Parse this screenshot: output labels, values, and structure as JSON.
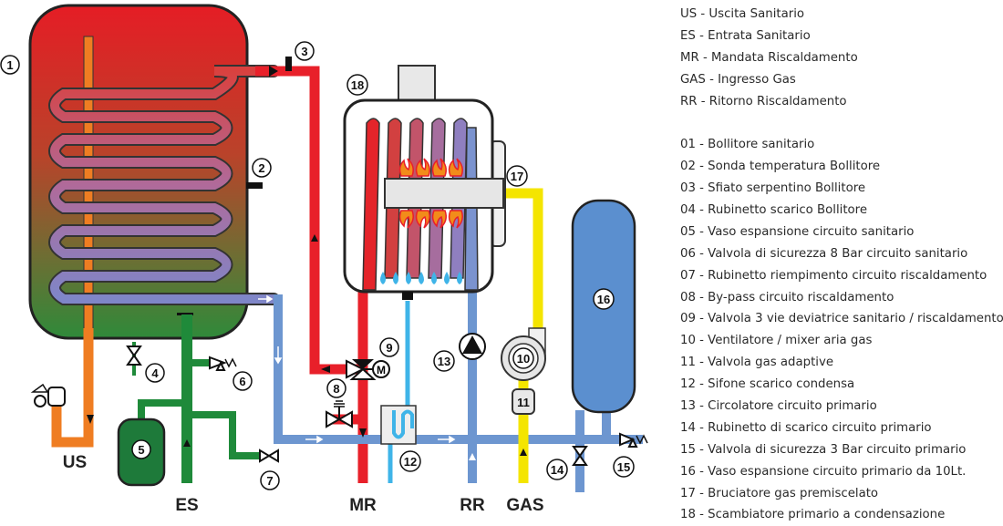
{
  "callouts": [
    "1",
    "2",
    "3",
    "4",
    "5",
    "6",
    "7",
    "8",
    "9",
    "10",
    "11",
    "12",
    "13",
    "14",
    "15",
    "16",
    "17",
    "18"
  ],
  "pipe_labels": {
    "us": "US",
    "es": "ES",
    "mr": "MR",
    "rr": "RR",
    "gas": "GAS"
  },
  "pump_symbol": "M",
  "legend": {
    "connections": [
      "US - Uscita Sanitario",
      "ES - Entrata Sanitario",
      "MR - Mandata Riscaldamento",
      "GAS - Ingresso Gas",
      "RR - Ritorno Riscaldamento"
    ],
    "components": [
      "01 - Bollitore sanitario",
      "02 - Sonda temperatura Bollitore",
      "03 - Sfiato serpentino Bollitore",
      "04 - Rubinetto scarico Bollitore",
      "05 - Vaso espansione circuito sanitario",
      "06 - Valvola di sicurezza 8 Bar circuito sanitario",
      "07 - Rubinetto riempimento circuito riscaldamento",
      "08 - By-pass circuito riscaldamento",
      "09 - Valvola 3 vie deviatrice sanitario / riscaldamento",
      "10 - Ventilatore / mixer aria gas",
      "11 - Valvola gas adaptive",
      "12 - Sifone scarico condensa",
      "13 - Circolatore circuito primario",
      "14 - Rubinetto di scarico circuito primario",
      "15 - Valvola di sicurezza 3 Bar circuito primario",
      "16 - Vaso espansione circuito primario da 10Lt.",
      "17 - Bruciatore gas premiscelato",
      "18 - Scambiatore primario a condensazione"
    ]
  },
  "colors": {
    "hot": "#e8202a",
    "cold": "#6d96d0",
    "dhw_out": "#ef7d22",
    "cold_in": "#1f8a3a",
    "gas": "#f4e500",
    "condensate": "#3fb4e8",
    "expansion_primary": "#5b8fcf",
    "expansion_dhw": "#1e7a3a"
  }
}
